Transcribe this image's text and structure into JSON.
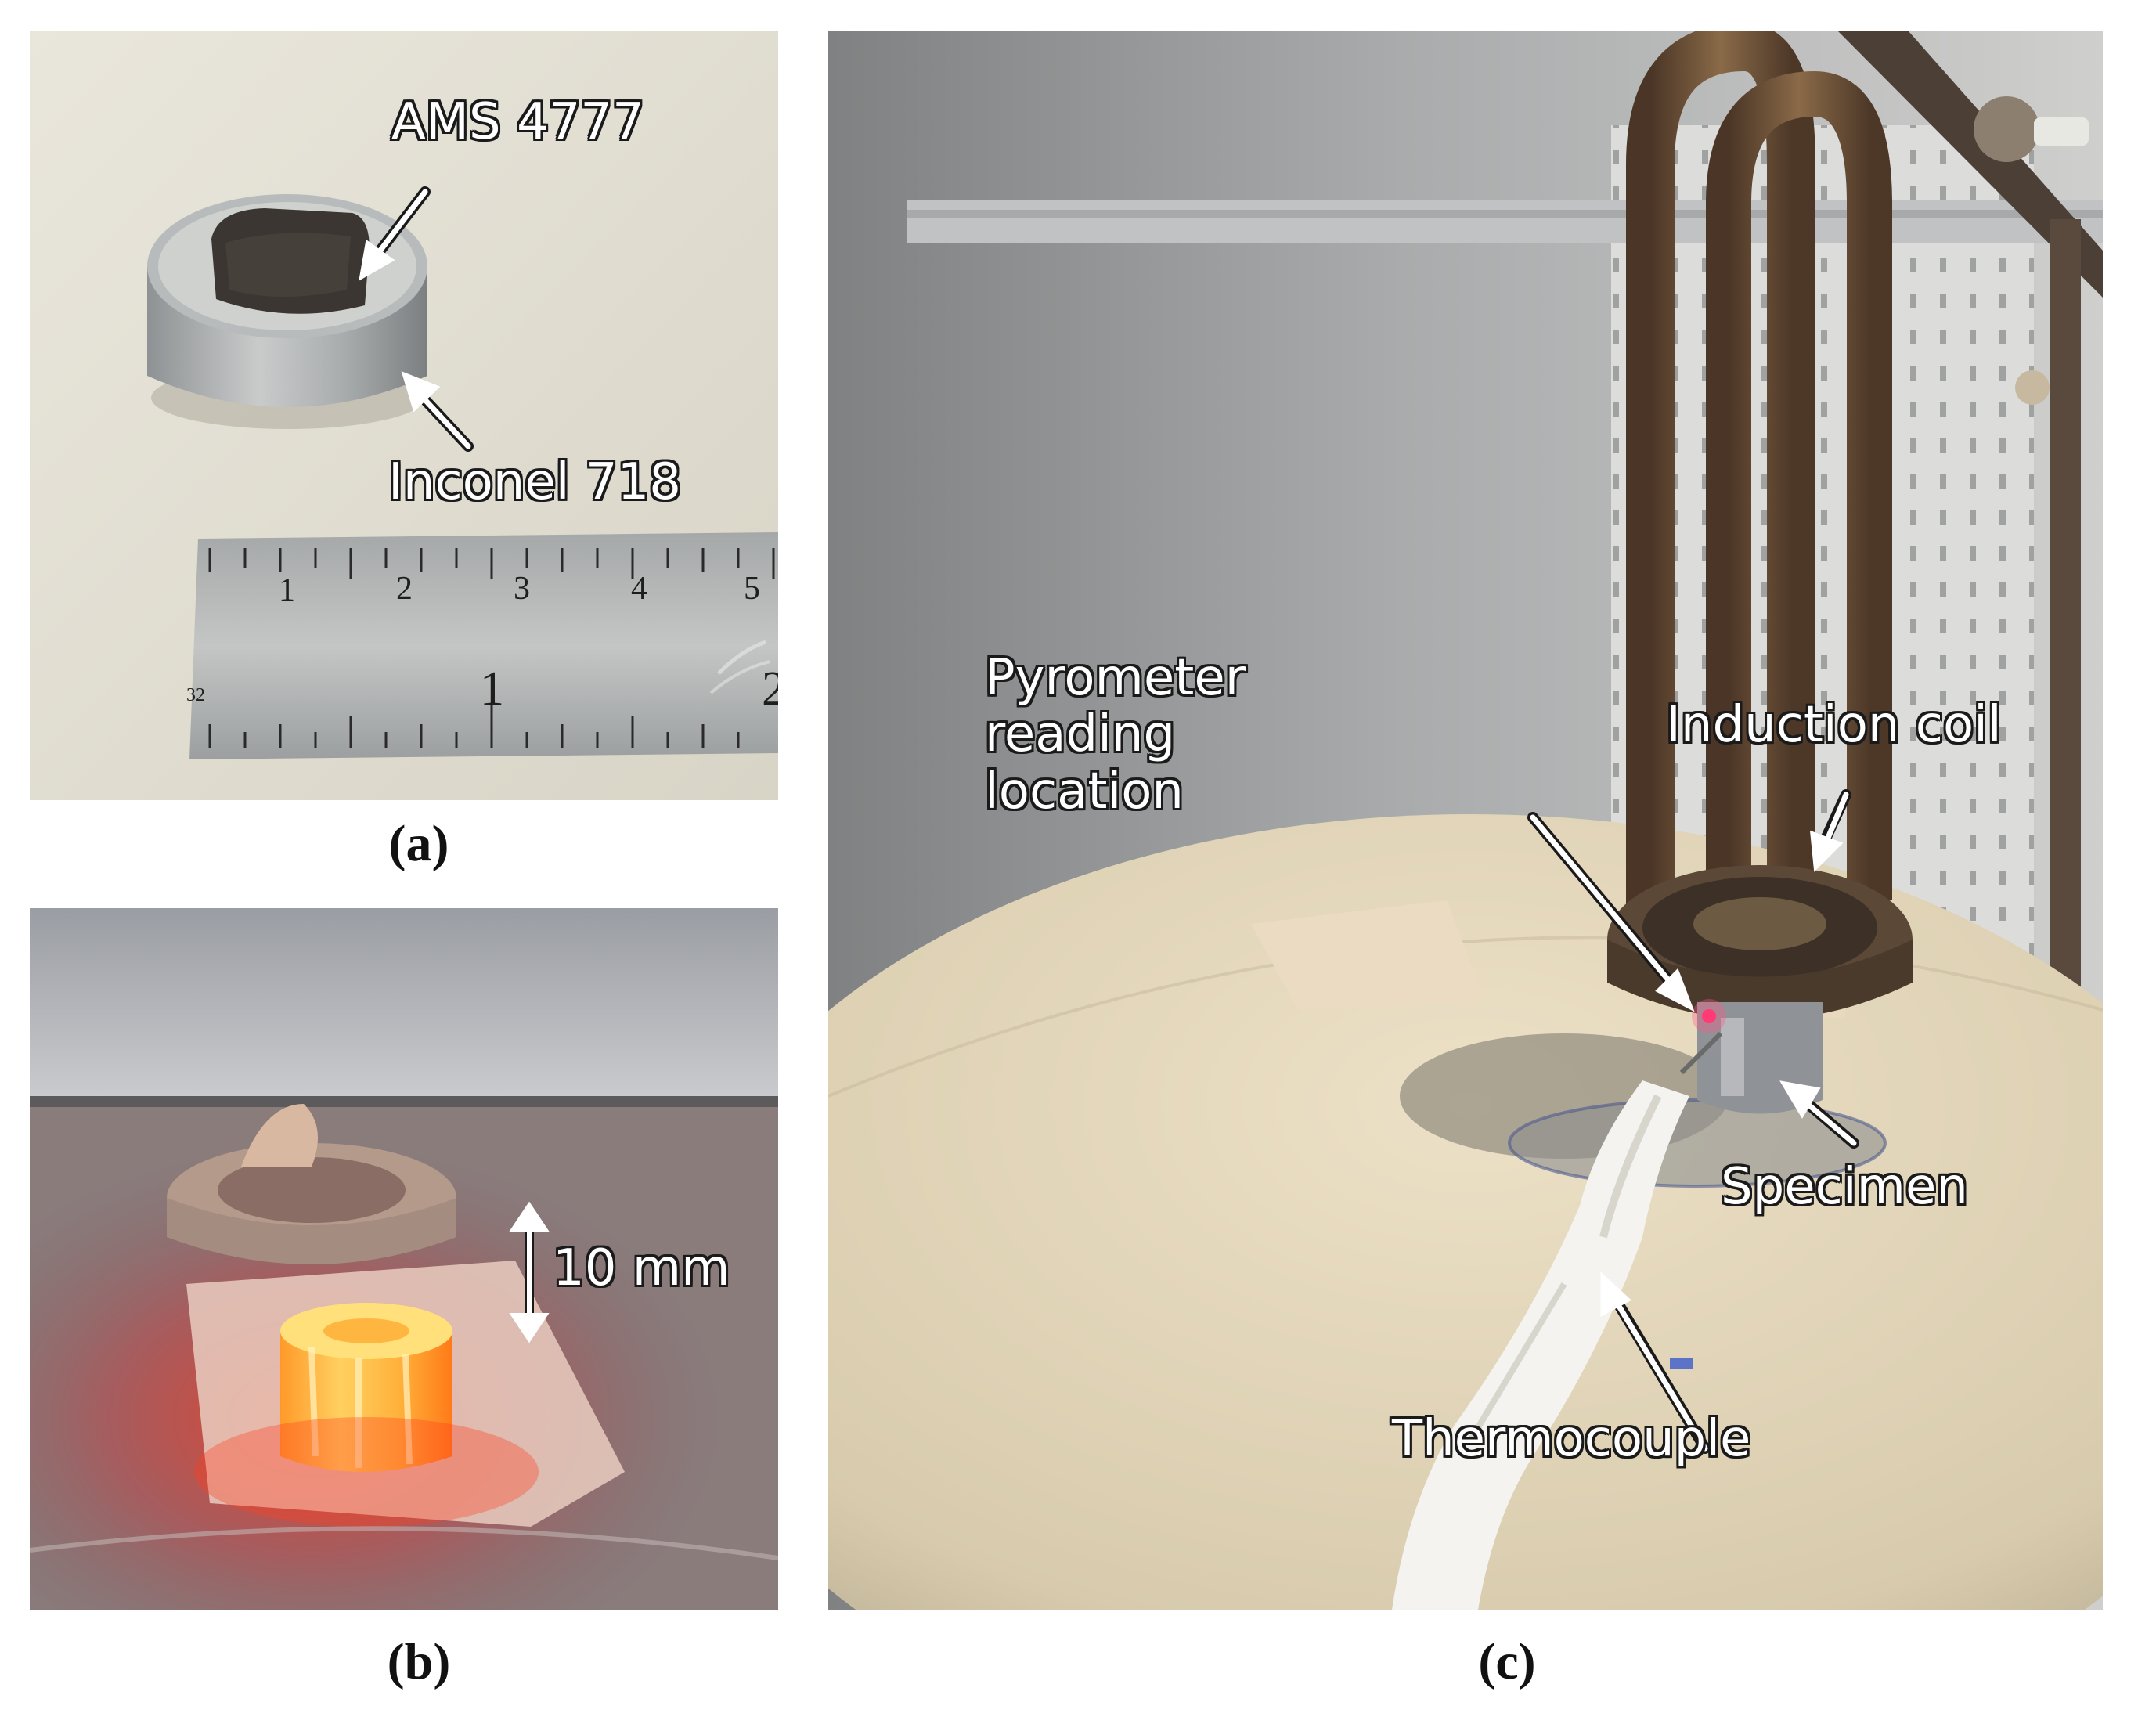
{
  "captions": {
    "a": "(a)",
    "b": "(b)",
    "c": "(c)"
  },
  "panel_a": {
    "labels": {
      "ams": "AMS 4777",
      "inconel": "Inconel 718"
    },
    "ruler": {
      "top_numbers": [
        "1",
        "2",
        "3",
        "4",
        "5"
      ],
      "bottom_numbers": [
        "32",
        "1",
        "2"
      ]
    }
  },
  "panel_b": {
    "labels": {
      "gap": "10 mm"
    }
  },
  "panel_c": {
    "labels": {
      "pyrometer": "Pyrometer\nreading\nlocation",
      "coil": "Induction coil",
      "specimen": "Specimen",
      "thermocouple": "Thermocouple"
    }
  },
  "colors": {
    "background": "#ffffff",
    "label_text": "#ffffff",
    "label_outline": "#1a1a1a",
    "copper": "#7a5a3a",
    "glow": "#ff7a1a",
    "ceramic": "#e8dcc2"
  }
}
